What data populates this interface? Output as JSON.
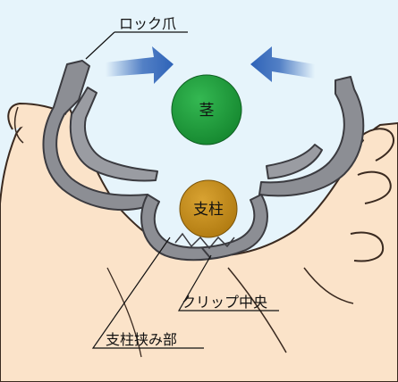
{
  "labels": {
    "lock_claw": "ロック爪",
    "stem": "茎",
    "support_pole": "支柱",
    "clip_center": "クリップ中央",
    "pole_grip": "支柱挟み部"
  },
  "colors": {
    "background": "#e6f4fb",
    "stem_fill": "#1e9a3c",
    "support_pole_fill": "#c8901a",
    "clip_gray": "#8c8e94",
    "skin": "#fbe3c9",
    "arrow_blue": "#2e63b8"
  },
  "icons": [
    "hand-illustration",
    "clip-illustration",
    "arrow-right-icon",
    "arrow-left-icon"
  ]
}
